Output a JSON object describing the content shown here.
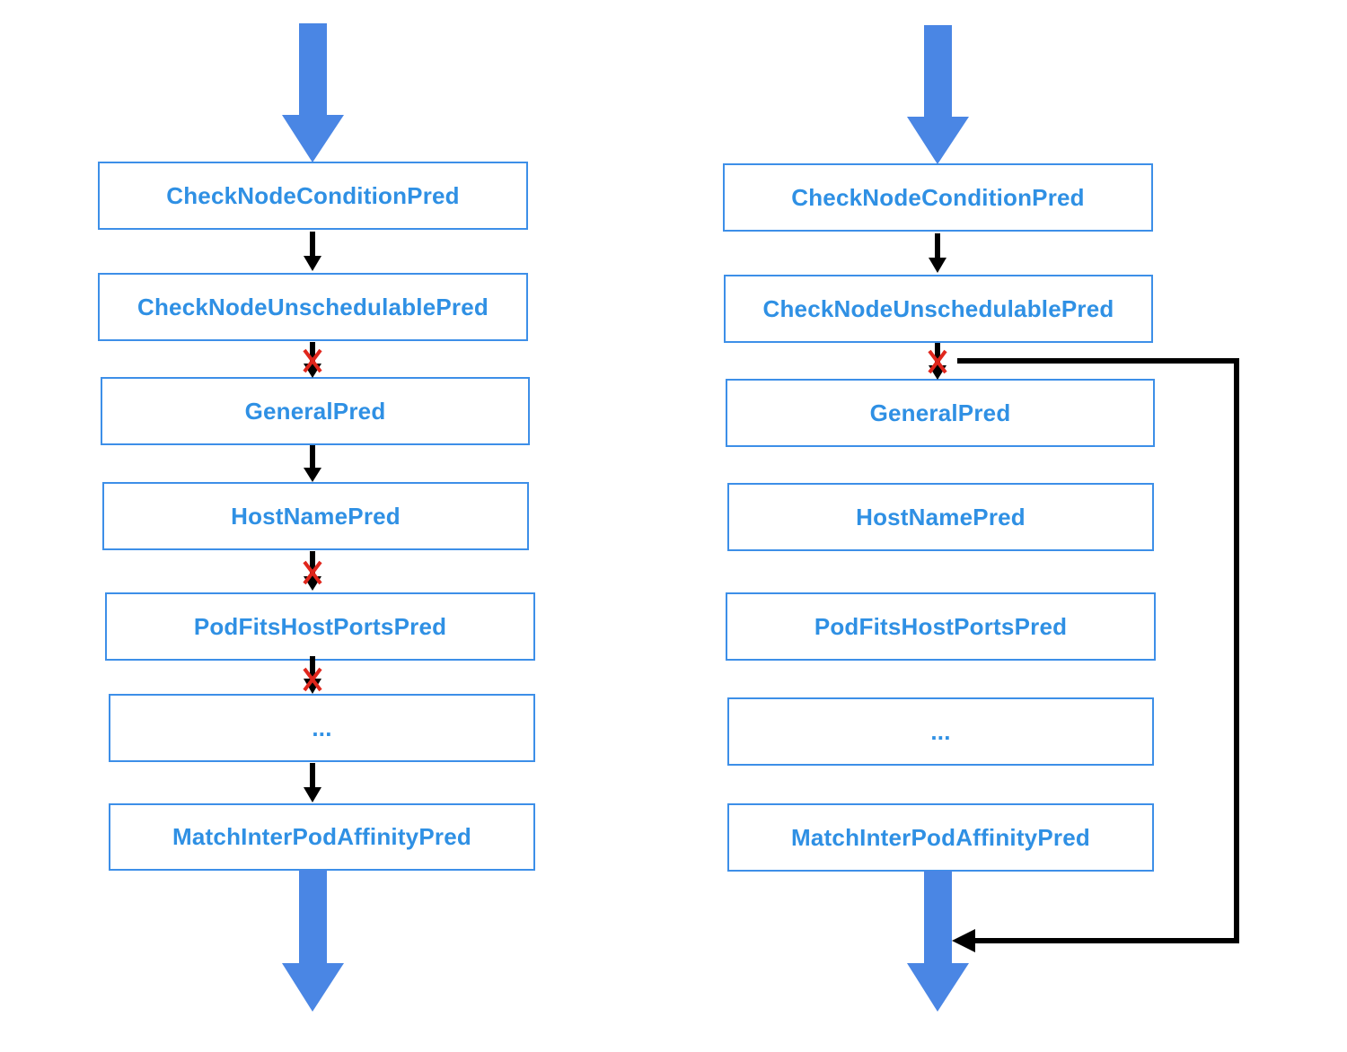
{
  "colors": {
    "box_border": "#3d8fe8",
    "label_text": "#2f90e4",
    "flow_arrow": "#4a86e4",
    "step_arrow": "#000000",
    "failure_mark": "#e0261c"
  },
  "left_flow": {
    "boxes": [
      {
        "label": "CheckNodeConditionPred"
      },
      {
        "label": "CheckNodeUnschedulablePred"
      },
      {
        "label": "GeneralPred"
      },
      {
        "label": "HostNamePred"
      },
      {
        "label": "PodFitsHostPortsPred"
      },
      {
        "label": "..."
      },
      {
        "label": "MatchInterPodAffinityPred"
      }
    ],
    "transitions": [
      "pass",
      "fail",
      "pass",
      "fail",
      "fail",
      "pass"
    ]
  },
  "right_flow": {
    "boxes": [
      {
        "label": "CheckNodeConditionPred"
      },
      {
        "label": "CheckNodeUnschedulablePred"
      },
      {
        "label": "GeneralPred"
      },
      {
        "label": "HostNamePred"
      },
      {
        "label": "PodFitsHostPortsPred"
      },
      {
        "label": "..."
      },
      {
        "label": "MatchInterPodAffinityPred"
      }
    ],
    "transitions": [
      "pass",
      "fail"
    ],
    "bypass_after_failure": true
  }
}
